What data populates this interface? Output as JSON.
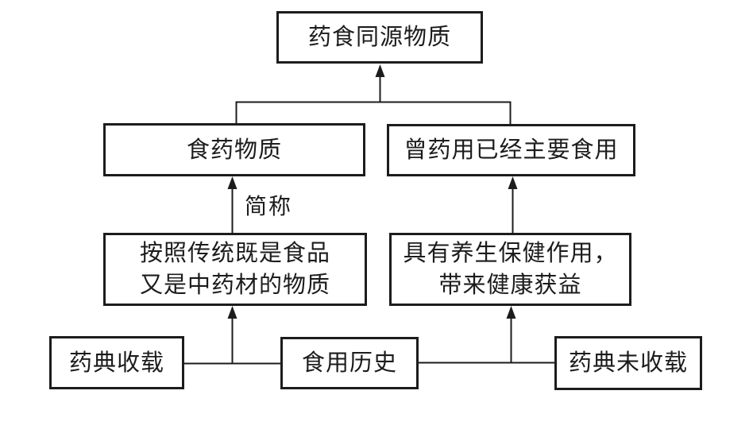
{
  "diagram": {
    "type": "flowchart",
    "background_color": "#ffffff",
    "line_color": "#1c1c1c",
    "text_color": "#1c1c1c",
    "nodes": {
      "root": {
        "label": "药食同源物质"
      },
      "left_branch": {
        "label": "食药物质"
      },
      "right_branch": {
        "label": "曾药用已经主要食用"
      },
      "left_definition": {
        "lines": [
          "按照传统既是食品",
          "又是中药材的物质"
        ]
      },
      "right_definition": {
        "lines": [
          "具有养生保健作用，",
          "带来健康获益"
        ]
      },
      "pharmacopoeia_included": {
        "label": "药典收载"
      },
      "food_history": {
        "label": "食用历史"
      },
      "pharmacopoeia_not_included": {
        "label": "药典未收载"
      }
    },
    "edge_labels": {
      "abbreviation": "简称"
    }
  }
}
